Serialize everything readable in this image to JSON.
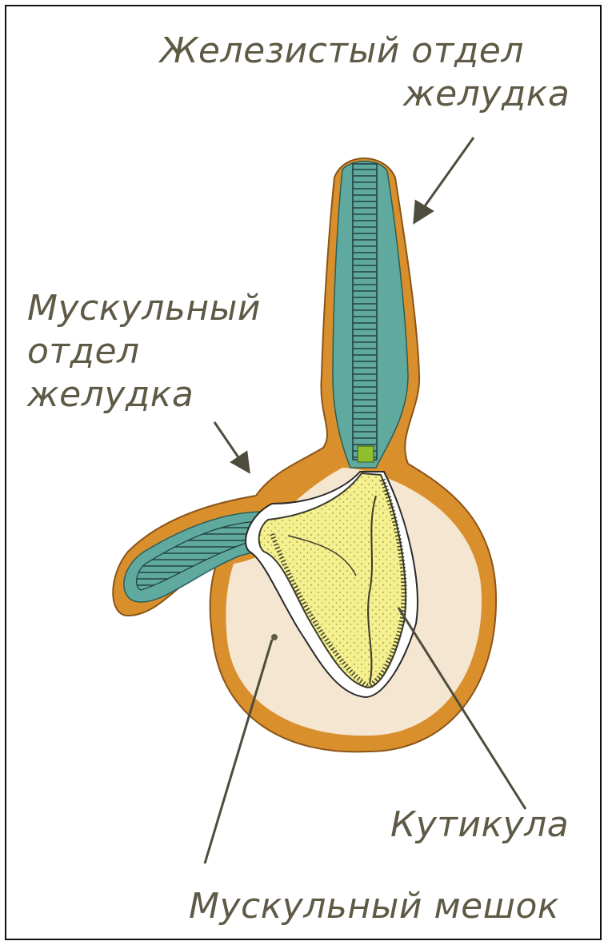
{
  "labels": {
    "glandular": [
      "Железистый отдел",
      "желудка"
    ],
    "muscular": [
      "Мускульный",
      "отдел",
      "желудка"
    ],
    "cuticle": "Кутикула",
    "sac": "Мускульный мешок"
  },
  "colors": {
    "wall": "#d9902c",
    "wall_dark": "#8a5418",
    "glandular_fill": "#5fa99e",
    "sac_fill": "#f5e6d2",
    "cuticle_fill": "#f4f090",
    "text": "#5e5a46",
    "arrow": "#4e4c3c"
  }
}
